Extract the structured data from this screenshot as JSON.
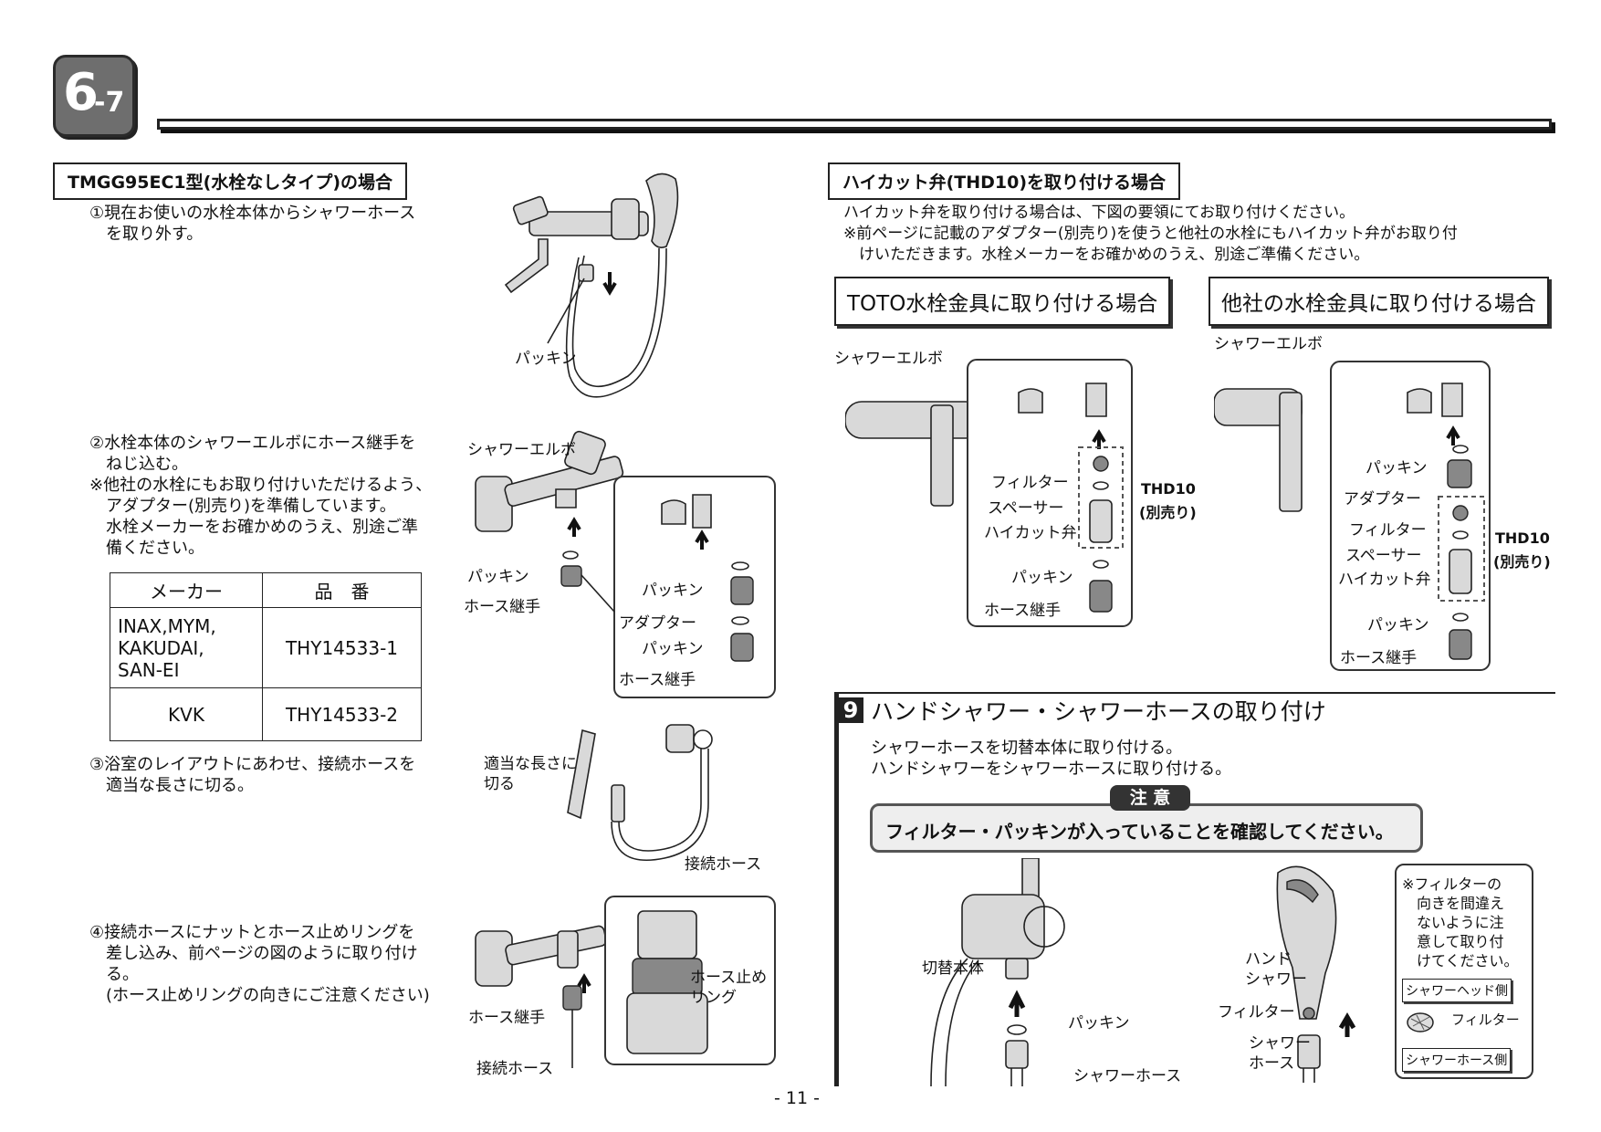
{
  "header": {
    "section_main": "6",
    "section_sub": "-7"
  },
  "left": {
    "title": "TMGG95EC1型(水栓なしタイプ)の場合",
    "step1": "①現在お使いの水栓本体からシャワーホース\n　を取り外す。",
    "step2": "②水栓本体のシャワーエルボにホース継手を\n　ねじ込む。\n※他社の水栓にもお取り付けいただけるよう、\n　アダプター(別売り)を準備しています。\n　水栓メーカーをお確かめのうえ、別途ご準\n　備ください。",
    "table": {
      "headers": [
        "メーカー",
        "品　番"
      ],
      "rows": [
        [
          "INAX,MYM,\nKAKUDAI,\nSAN-EI",
          "THY14533-1"
        ],
        [
          "KVK",
          "THY14533-2"
        ]
      ]
    },
    "step3": "③浴室のレイアウトにあわせ、接続ホースを\n　適当な長さに切る。",
    "step4": "④接続ホースにナットとホース止めリングを\n　差し込み、前ページの図のように取り付け\n　る。\n　(ホース止めリングの向きにご注意ください)",
    "fig1": {
      "packing": "パッキン"
    },
    "fig2": {
      "elbow": "シャワーエルボ",
      "packing": "パッキン",
      "hose_joint": "ホース継手",
      "packing2": "パッキン",
      "adapter": "アダプター",
      "packing3": "パッキン",
      "hose_joint2": "ホース継手"
    },
    "fig3": {
      "cut": "適当な長さに\n切る",
      "hose": "接続ホース"
    },
    "fig4": {
      "hose_joint": "ホース継手",
      "ring": "ホース止め\nリング",
      "hose": "接続ホース"
    }
  },
  "right": {
    "title": "ハイカット弁(THD10)を取り付ける場合",
    "intro": "ハイカット弁を取り付ける場合は、下図の要領にてお取り付けください。\n※前ページに記載のアダプター(別売り)を使うと他社の水栓にもハイカット弁がお取り付\n　けいただきます。水栓メーカーをお確かめのうえ、別途ご準備ください。",
    "toto": {
      "title": "TOTO水栓金具に取り付ける場合",
      "elbow": "シャワーエルボ",
      "filter": "フィルター",
      "spacer": "スペーサー",
      "valve": "ハイカット弁",
      "packing": "パッキン",
      "joint": "ホース継手",
      "thd": "THD10",
      "thd_note": "(別売り)"
    },
    "other": {
      "title": "他社の水栓金具に取り付ける場合",
      "elbow": "シャワーエルボ",
      "packing": "パッキン",
      "adapter": "アダプター",
      "filter": "フィルター",
      "spacer": "スペーサー",
      "valve": "ハイカット弁",
      "packing2": "パッキン",
      "joint": "ホース継手",
      "thd": "THD10",
      "thd_note": "(別売り)"
    },
    "sec9": {
      "num": "9",
      "title": "ハンドシャワー・シャワーホースの取り付け",
      "body": "シャワーホースを切替本体に取り付ける。\nハンドシャワーをシャワーホースに取り付ける。",
      "caution_tag": "注 意",
      "caution": "フィルター・パッキンが入っていることを確認してください。",
      "switch_body": "切替本体",
      "packing": "パッキン",
      "shower_hose": "シャワーホース",
      "hand_shower": "ハンド\nシャワー",
      "filter": "フィルター",
      "shower_hose2": "シャワー\nホース",
      "note": "※フィルターの\n　向きを間違え\n　ないように注\n　意して取り付\n　けてください。",
      "head_side": "シャワーヘッド側",
      "filter2": "フィルター",
      "hose_side": "シャワーホース側"
    }
  },
  "footer": {
    "page": "- 11 -"
  }
}
